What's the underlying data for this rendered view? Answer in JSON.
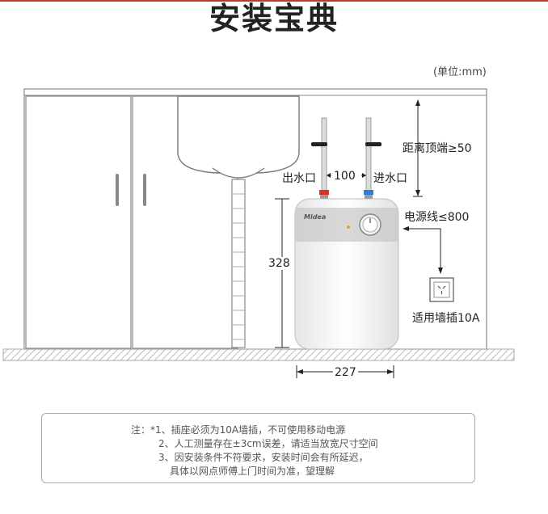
{
  "title": "安装宝典",
  "unit_label": "(单位:mm)",
  "brand": "Midea",
  "labels": {
    "outlet": "出水口",
    "inlet": "进水口",
    "pipe_spacing": "100",
    "top_clearance": "距离顶端≥50",
    "cord_length": "电源线≤800",
    "socket": "适用墙插10A",
    "height": "328",
    "width": "227"
  },
  "notes": [
    "注：*1、插座必须为10A墙插，不可使用移动电源",
    "2、人工测量存在±3cm误差，请适当放宽尺寸空间",
    "3、因安装条件不符要求，安装时间会有所延迟，",
    "具体以网点师傅上门时间为准，望理解"
  ],
  "colors": {
    "hot_valve": "#d9302c",
    "cold_valve": "#2f7fd6",
    "floor": "#d8d8d8",
    "heater_body": "#f2f2f2",
    "heater_band": "#b8b8b8"
  }
}
